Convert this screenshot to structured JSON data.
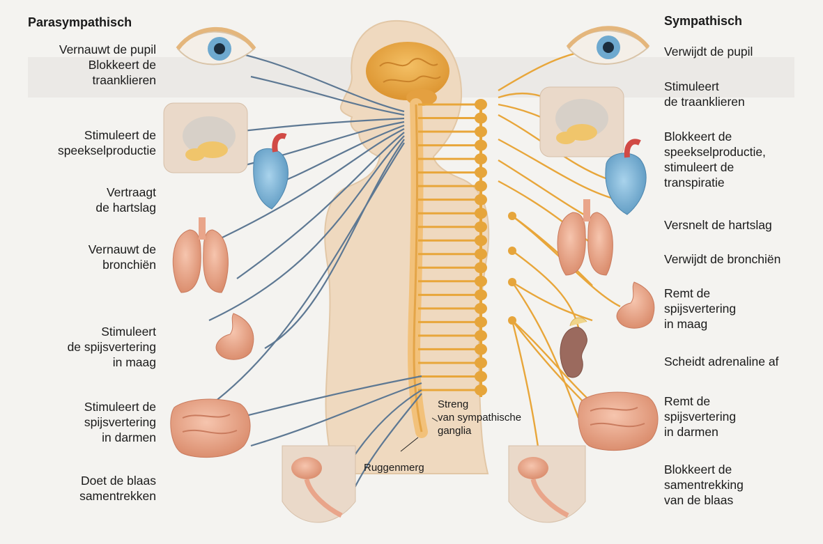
{
  "colors": {
    "parasympathetic": "#5d7893",
    "sympathetic": "#e8a63a",
    "ganglion": "#e6a53b",
    "body": "#efd9bf",
    "brain": "#e9a93c",
    "organ": "#e9a58a",
    "heart": "#7eb6d8"
  },
  "headings": {
    "parasympathetic": "Parasympathisch",
    "sympathetic": "Sympathisch"
  },
  "parasympathetic_effects": [
    "Vernauwt de pupil\nBlokkeert de\ntraanklieren",
    "Stimuleert de\nspeekselproductie",
    "Vertraagt\nde hartslag",
    "Vernauwt de\nbronchiën",
    "Stimuleert\nde spijsvertering\nin maag",
    "Stimuleert de\nspijsvertering\nin darmen",
    "Doet de blaas\nsamentrekken"
  ],
  "sympathetic_effects": [
    "Verwijdt de pupil",
    "Stimuleert\nde traanklieren",
    "Blokkeert de\nspeekselproductie,\nstimuleert de\ntranspiratie",
    "Versnelt de hartslag",
    "Verwijdt de bronchiën",
    "Remt de\nspijsvertering\nin maag",
    "Scheidt adrenaline af",
    "Remt de\nspijsvertering\nin darmen",
    "Blokkeert de\nsamentrekking\nvan de blaas"
  ],
  "structure_labels": {
    "ganglia": "Streng\nvan sympathische\nganglia",
    "spinal_cord": "Ruggenmerg"
  }
}
